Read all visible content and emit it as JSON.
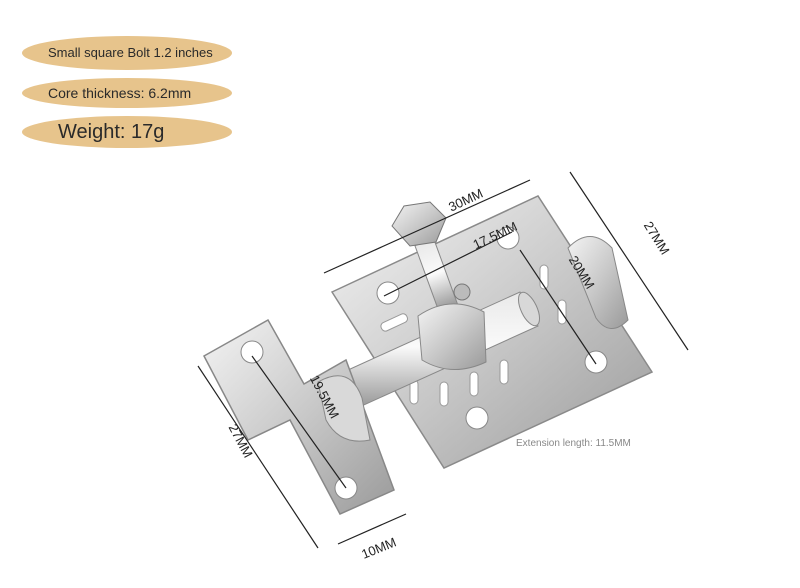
{
  "badges": {
    "size": "Small square Bolt 1.2 inches",
    "core": "Core thickness: 6.2mm",
    "weight": "Weight: 17g"
  },
  "dimensions": {
    "top_width": "30MM",
    "bolt_length": "17.5MM",
    "inner_height": "20MM",
    "right_height": "27MM",
    "keeper_height": "27MM",
    "keeper_hole_span": "19.5MM",
    "keeper_width": "10MM",
    "extension": "Extension length: 11.5MM"
  }
}
